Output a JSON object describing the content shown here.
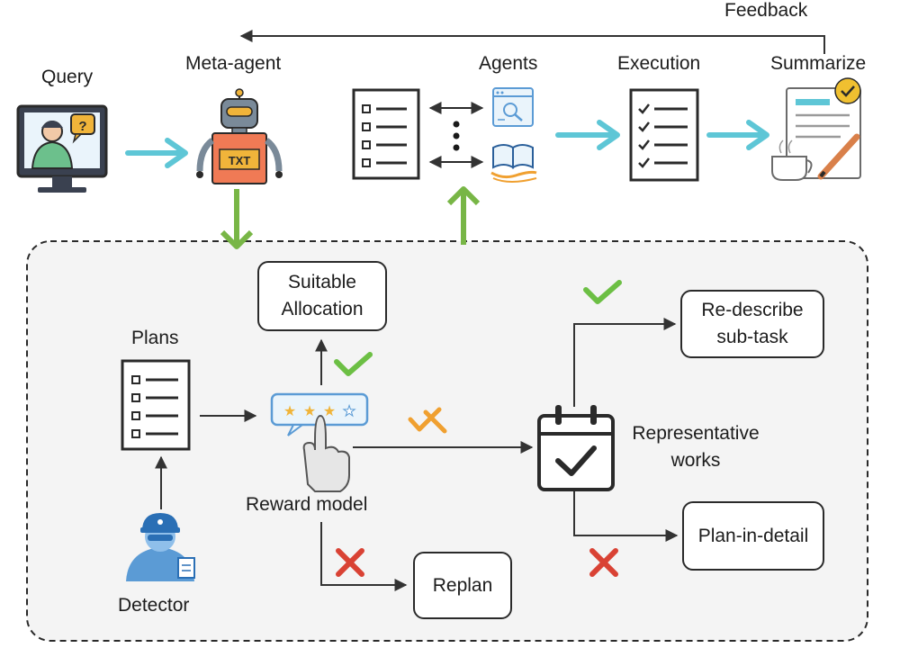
{
  "top": {
    "feedback_label": "Feedback",
    "query_label": "Query",
    "meta_agent_label": "Meta-agent",
    "meta_agent_sign": "TXT",
    "agents_label": "Agents",
    "execution_label": "Execution",
    "summarize_label": "Summarize"
  },
  "panel": {
    "plans_label": "Plans",
    "detector_label": "Detector",
    "reward_model_label": "Reward model",
    "suitable_allocation_lines": [
      "Suitable",
      "Allocation"
    ],
    "replan_label": "Replan",
    "representative_works_lines": [
      "Representative",
      "works"
    ],
    "redescribe_lines": [
      "Re-describe",
      "sub-task"
    ],
    "plan_in_detail_label": "Plan-in-detail"
  },
  "colors": {
    "cyan_arrow": "#5ec6d6",
    "green_arrow": "#78b646",
    "check_green": "#6cbf44",
    "cross_red": "#d94234",
    "partial_orange": "#f0a030",
    "robot_orange": "#f07a55",
    "detector_blue": "#5b9bd5",
    "panel_bg": "#f4f4f4"
  }
}
